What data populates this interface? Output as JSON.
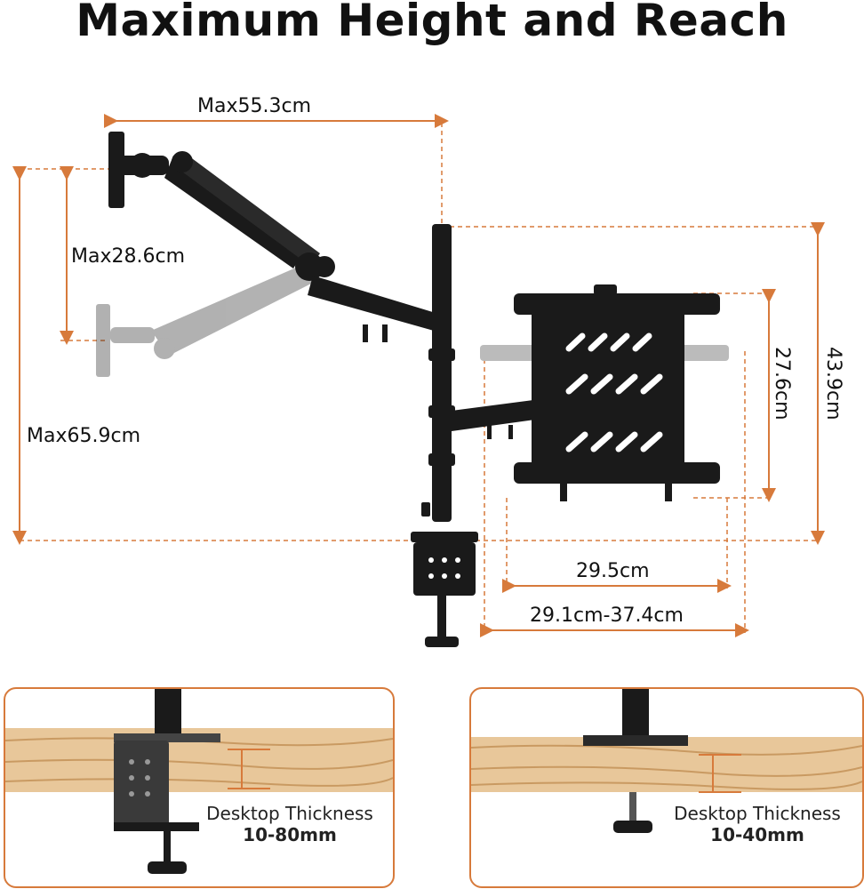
{
  "title": "Maximum Height and Reach",
  "dimensions": {
    "reach_horizontal": "Max55.3cm",
    "tilt_height": "Max28.6cm",
    "max_height": "Max65.9cm",
    "tray_height": "27.6cm",
    "pole_height": "43.9cm",
    "tray_width": "29.5cm",
    "tray_adjust": "29.1cm-37.4cm"
  },
  "panels": [
    {
      "caption": "Desktop Thickness",
      "range": "10-80mm"
    },
    {
      "caption": "Desktop Thickness",
      "range": "10-40mm"
    }
  ],
  "colors": {
    "guide": "#d77a3b",
    "mount": "#111111",
    "wood": "#e8c79a"
  }
}
